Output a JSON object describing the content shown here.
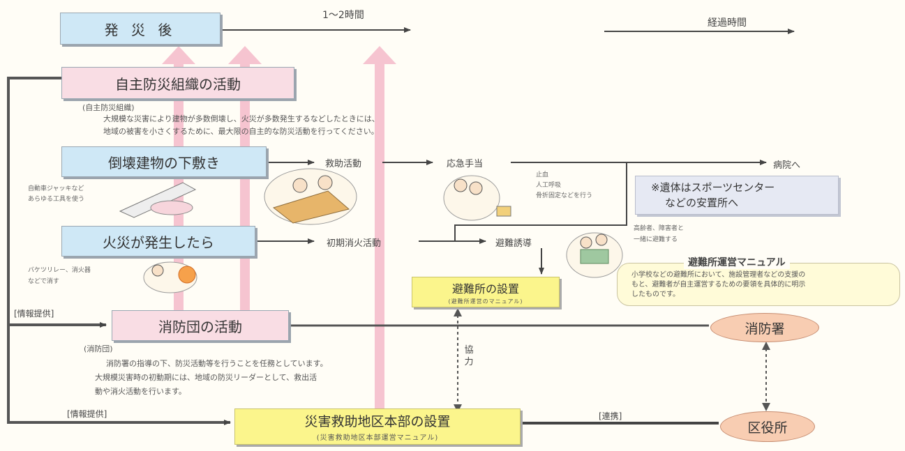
{
  "timeline": {
    "start": "発 災 後",
    "first_interval": "1〜2時間",
    "elapsed": "経過時間"
  },
  "jishu": {
    "title": "自主防災組織の活動",
    "tag": "(自主防災組織)",
    "desc": [
      "大規模な災害により建物が多数倒壊し、火災が多数発生するなどしたときには、",
      "地域の被害を小さくするために、最大限の自主的な防災活動を行ってください。"
    ]
  },
  "collapse": {
    "title": "倒壊建物の下敷き",
    "note": [
      "自動車ジャッキなど",
      "あらゆる工具を使う"
    ],
    "step1": "救助活動",
    "step2": "応急手当",
    "aid_notes": [
      "止血",
      "人工呼吸",
      "骨折固定などを行う"
    ],
    "hospital": "病院へ"
  },
  "remains_box": [
    "※遺体はスポーツセンター",
    "などの安置所へ"
  ],
  "fire": {
    "title": "火災が発生したら",
    "note": [
      "バケツリレー、消火器",
      "などで消す"
    ],
    "step1": "初期消火活動",
    "step2": "避難誘導",
    "evac_note": [
      "高齢者、障害者と",
      "一緒に避難する"
    ]
  },
  "manual": {
    "title": "避難所運営マニュアル",
    "desc": [
      "小学校などの避難所において、施設管理者などの支援の",
      "もと、避難者が自主運営するための要領を具体的に明示",
      "したものです。"
    ]
  },
  "shelter": {
    "title": "避難所の設置",
    "sub": "(避難所運営のマニュアル)"
  },
  "info1": "[情報提供]",
  "info2": "[情報提供]",
  "shoubodan": {
    "title": "消防団の活動",
    "tag": "(消防団)",
    "desc": [
      "消防署の指導の下、防災活動等を行うことを任務としています。",
      "大規模災害時の初動期には、地域の防災リーダーとして、救出活",
      "動や消火活動を行います。"
    ]
  },
  "fire_station": "消防署",
  "cooperation": "協力",
  "hq": {
    "title": "災害救助地区本部の設置",
    "sub": "(災害救助地区本部運営マニュアル)"
  },
  "renkei": "[連携]",
  "ward_office": "区役所",
  "colors": {
    "blue_box": "#cfe8f6",
    "pink_box": "#f9dde4",
    "yellow_box": "#fbf58c",
    "oval": "#f8cdb2",
    "pink_arrow": "#f6c4d0",
    "line": "#444444"
  }
}
